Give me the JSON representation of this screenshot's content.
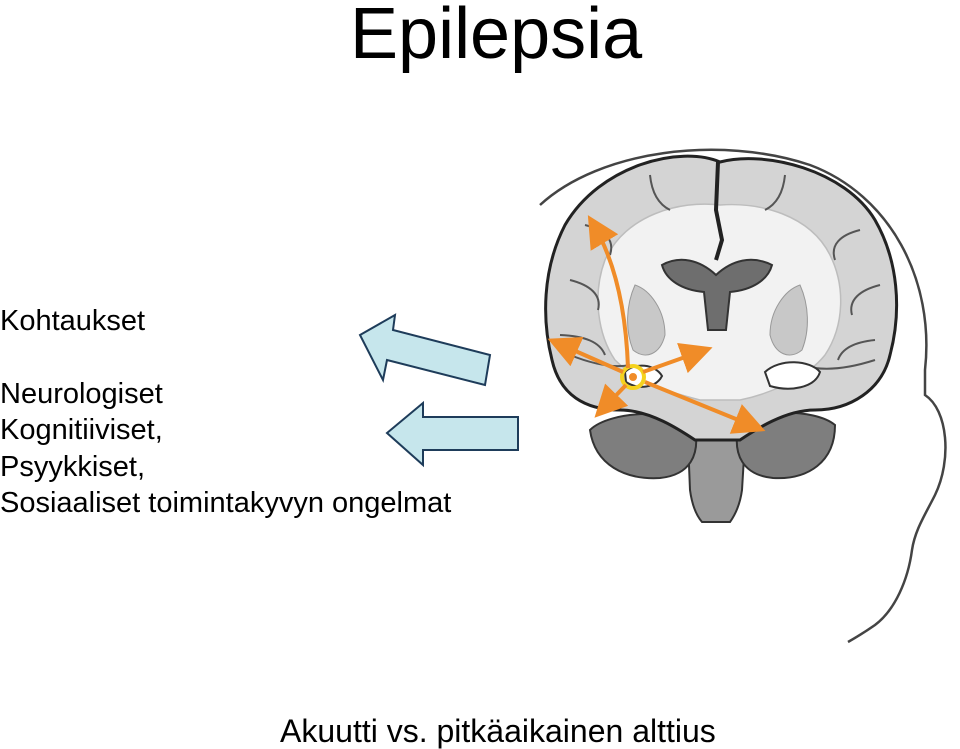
{
  "title": "Epilepsia",
  "labels": {
    "seizures": "Kohtaukset",
    "neurological": "Neurologiset",
    "cognitive": "Kognitiiviset,",
    "psychiatric": "Psyykkiset,",
    "social": "Sosiaaliset toimintakyvyn ongelmat"
  },
  "footer": "Akuutti vs. pitkäaikainen alttius",
  "colors": {
    "arrow_fill": "#c6e6ec",
    "arrow_stroke": "#1e3c5a",
    "spread_arrow": "#f08c28",
    "focus": "#f5d21e",
    "cortex_gray": "#d4d4d4",
    "ventricle": "#6e6e6e"
  },
  "icons": {
    "left_arrows": "block-arrow-left",
    "brain": "coronal-brain-section",
    "head": "head-outline"
  }
}
